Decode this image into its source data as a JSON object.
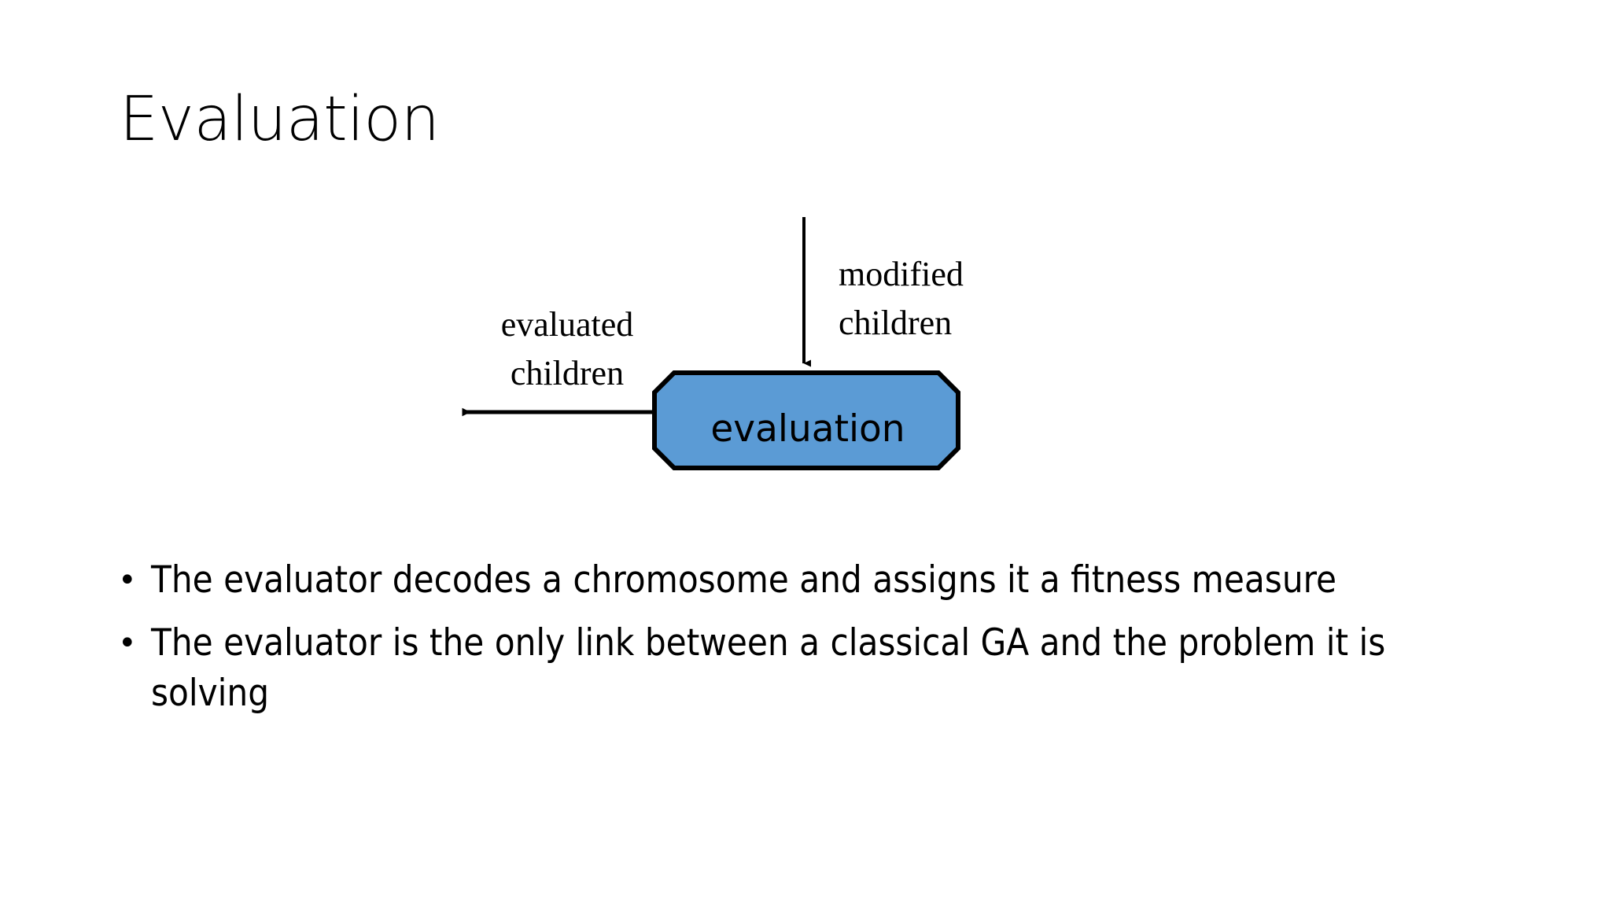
{
  "slide": {
    "title": "Evaluation",
    "background_color": "#FFFFFF"
  },
  "diagram": {
    "node": {
      "label": "evaluation",
      "shape": "octagon",
      "fill_color": "#5B9BD5",
      "stroke_color": "#000000"
    },
    "incoming_arrow": {
      "label_line1": "modified",
      "label_line2": "children",
      "direction": "down"
    },
    "outgoing_arrow": {
      "label_line1": "evaluated",
      "label_line2": "children",
      "direction": "left"
    }
  },
  "body": {
    "bullet_char": "•",
    "bullets": [
      "The evaluator decodes a chromosome and assigns it a fitness measure",
      "The evaluator is the only link between a classical GA and the problem it is solving"
    ]
  }
}
